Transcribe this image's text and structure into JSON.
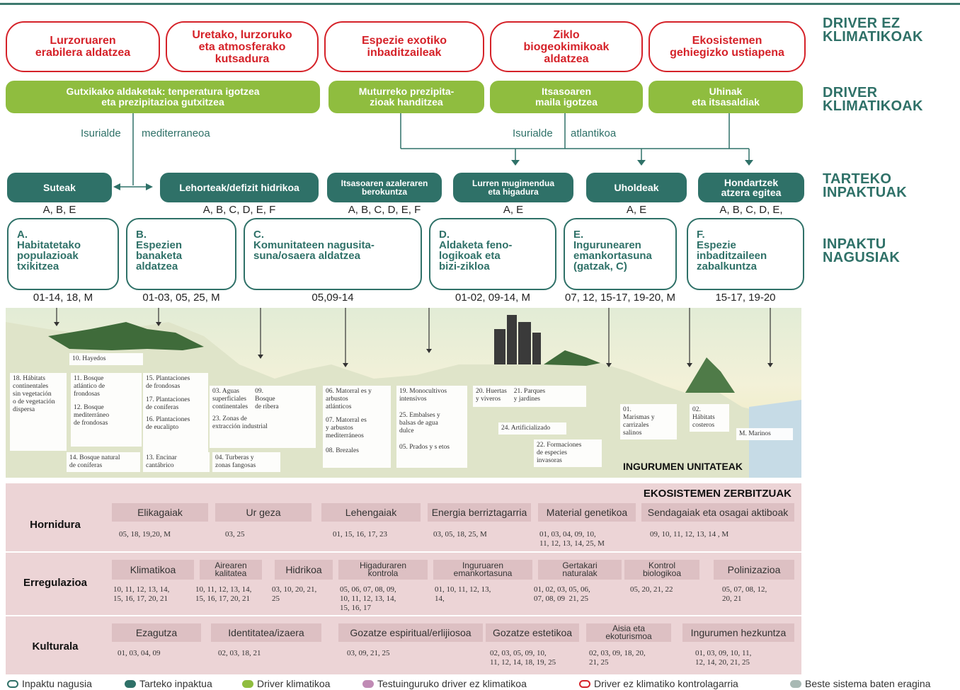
{
  "categories": {
    "non_climatic": "DRIVER EZ\nKLIMATIKOAK",
    "climatic": "DRIVER\nKLIMATIKOAK",
    "intermediate": "TARTEKO\nINPAKTUAK",
    "main": "INPAKTU\nNAGUSIAK"
  },
  "non_climatic_drivers": [
    "Lurzoruaren\nerabilera aldatzea",
    "Uretako, lurzoruko\neta atmosferako\nkutsadura",
    "Espezie exotiko\ninbaditzaileak",
    "Ziklo\nbiogeokimikoak\naldatzea",
    "Ekosistemen\ngehiegizko ustiapena"
  ],
  "climatic_drivers": [
    "Gutxikako aldaketak: tenperatura igotzea\neta prezipitazioa gutxitzea",
    "Muturreko prezipita-\nzioak handitzea",
    "Itsasoaren\nmaila igotzea",
    "Uhinak\neta itsasaldiak"
  ],
  "basin_labels": {
    "med_a": "Isurialde",
    "med_b": "mediterraneoa",
    "atl_a": "Isurialde",
    "atl_b": "atlantikoa"
  },
  "intermediate_impacts": [
    {
      "label": "Suteak",
      "codes": "A, B, E"
    },
    {
      "label": "Lehorteak/defizit hidrikoa",
      "codes": "A, B, C, D, E, F"
    },
    {
      "label": "Itsasoaren azaleraren\nberokuntza",
      "codes": "A, B, C, D, E, F"
    },
    {
      "label": "Lurren mugimendua\neta higadura",
      "codes": "A, E"
    },
    {
      "label": "Uholdeak",
      "codes": "A, E"
    },
    {
      "label": "Hondartzek\natzera egitea",
      "codes": "A, B, C, D, E,"
    }
  ],
  "main_impacts": [
    {
      "label": "A.\nHabitatetako\npopulazioak\ntxikitzea",
      "codes": "01-14, 18, M"
    },
    {
      "label": "B.\nEspezien\nbanaketa\naldatzea",
      "codes": "01-03, 05, 25, M"
    },
    {
      "label": "C.\nKomunitateen nagusita-\nsuna/osaera aldatzea",
      "codes": "05,09-14"
    },
    {
      "label": "D.\nAldaketa feno-\nlogikoak eta\nbizi-zikloa",
      "codes": "01-02, 09-14, M"
    },
    {
      "label": "E.\nIngurunearen\nemankortasuna\n(gatzak, C)",
      "codes": "07, 12, 15-17, 19-20, M"
    },
    {
      "label": "F.\nEspezie\ninbaditzaileen\nzabalkuntza",
      "codes": "15-17, 19-20"
    }
  ],
  "landscape": {
    "title": "INGURUMEN UNITATEAK",
    "units": [
      "10. Hayedos",
      "18. Hábitats\ncontinentales\nsin vegetación\no de vegetación\ndispersa",
      "11. Bosque\natlántico de\nfrondosas",
      "12. Bosque\nmediterráneo\nde frondosas",
      "15. Plantaciones\nde frondosas",
      "17. Plantaciones\nde coníferas",
      "16. Plantaciones\nde eucalipto",
      "03. Aguas\nsuperficiales\ncontinentales",
      "09.\nBosque\nde ribera",
      "23. Zonas de\nextracción industrial",
      "14. Bosque natural\nde coníferas",
      "13. Encinar\ncantábrico",
      "04. Turberas y\nzonas fangosas",
      "06. Matorral es y\narbustos\natlánticos",
      "07. Matorral es\ny arbustos\nmediterráneos",
      "08. Brezales",
      "19. Monocultivos\nintensivos",
      "25. Embalses y\nbalsas de agua\ndulce",
      "05. Prados y s etos",
      "20. Huertas\ny viveros",
      "21. Parques\ny jardines",
      "24. Artificializado",
      "22. Formaciones\nde especies\ninvasoras",
      "01.\nMarismas y\ncarrizales\nsalinos",
      "02.\nHábitats\ncosteros",
      "M. Marinos"
    ]
  },
  "services": {
    "title": "EKOSISTEMEN ZERBITZUAK",
    "rows": [
      {
        "label": "Hornidura",
        "items": [
          {
            "name": "Elikagaiak",
            "codes": "05, 18, 19,20, M"
          },
          {
            "name": "Ur geza",
            "codes": "03, 25"
          },
          {
            "name": "Lehengaiak",
            "codes": "01, 15, 16, 17, 23"
          },
          {
            "name": "Energia berriztagarria",
            "codes": "03, 05, 18, 25, M"
          },
          {
            "name": "Material genetikoa",
            "codes": "01, 03, 04, 09, 10,\n11, 12, 13, 14, 25, M"
          },
          {
            "name": "Sendagaiak eta osagai aktiboak",
            "codes": "09, 10, 11, 12, 13, 14 , M"
          }
        ]
      },
      {
        "label": "Erregulazioa",
        "items": [
          {
            "name": "Klimatikoa",
            "codes": "10, 11, 12, 13, 14,\n15, 16, 17, 20, 21"
          },
          {
            "name": "Airearen\nkalitatea",
            "codes": "10, 11, 12, 13, 14,\n15, 16, 17, 20, 21"
          },
          {
            "name": "Hidrikoa",
            "codes": "03, 10, 20, 21,\n25"
          },
          {
            "name": "Higaduraren\nkontrola",
            "codes": "05, 06, 07, 08, 09,\n10, 11, 12, 13, 14,\n15, 16, 17"
          },
          {
            "name": "Inguruaren\nemankortasuna",
            "codes": "01, 10, 11, 12, 13,\n14,"
          },
          {
            "name": "Gertakari\nnaturalak",
            "codes": "01, 02, 03, 05, 06,\n07, 08, 09  21, 25"
          },
          {
            "name": "Kontrol\nbiologikoa",
            "codes": "05, 20, 21, 22"
          },
          {
            "name": "Polinizazioa",
            "codes": "05, 07, 08, 12,\n20, 21"
          }
        ]
      },
      {
        "label": "Kulturala",
        "items": [
          {
            "name": "Ezagutza",
            "codes": "01, 03, 04, 09"
          },
          {
            "name": "Identitatea/izaera",
            "codes": "02, 03, 18, 21"
          },
          {
            "name": "Gozatze espiritual/erlijiosoa",
            "codes": "03, 09, 21, 25"
          },
          {
            "name": "Gozatze estetikoa",
            "codes": "02, 03, 05, 09, 10,\n11, 12, 14, 18, 19, 25"
          },
          {
            "name": "Aisia eta\nekoturismoa",
            "codes": "02, 03, 09, 18, 20,\n21, 25"
          },
          {
            "name": "Ingurumen hezkuntza",
            "codes": "01, 03, 09, 10, 11,\n12, 14, 20, 21, 25"
          }
        ]
      }
    ]
  },
  "legend": [
    {
      "label": "Inpaktu nagusia",
      "color": "#2f7168"
    },
    {
      "label": "Tarteko inpaktua",
      "color": "#2f7168"
    },
    {
      "label": "Driver klimatikoa",
      "color": "#8fbd3f"
    },
    {
      "label": "Testuinguruko driver ez klimatikoa",
      "color": "#c08bb5"
    },
    {
      "label": "Driver ez klimatiko kontrolagarria",
      "color": "#d52229"
    },
    {
      "label": "Beste sistema baten eragina",
      "color": "#a8b9b4"
    }
  ]
}
